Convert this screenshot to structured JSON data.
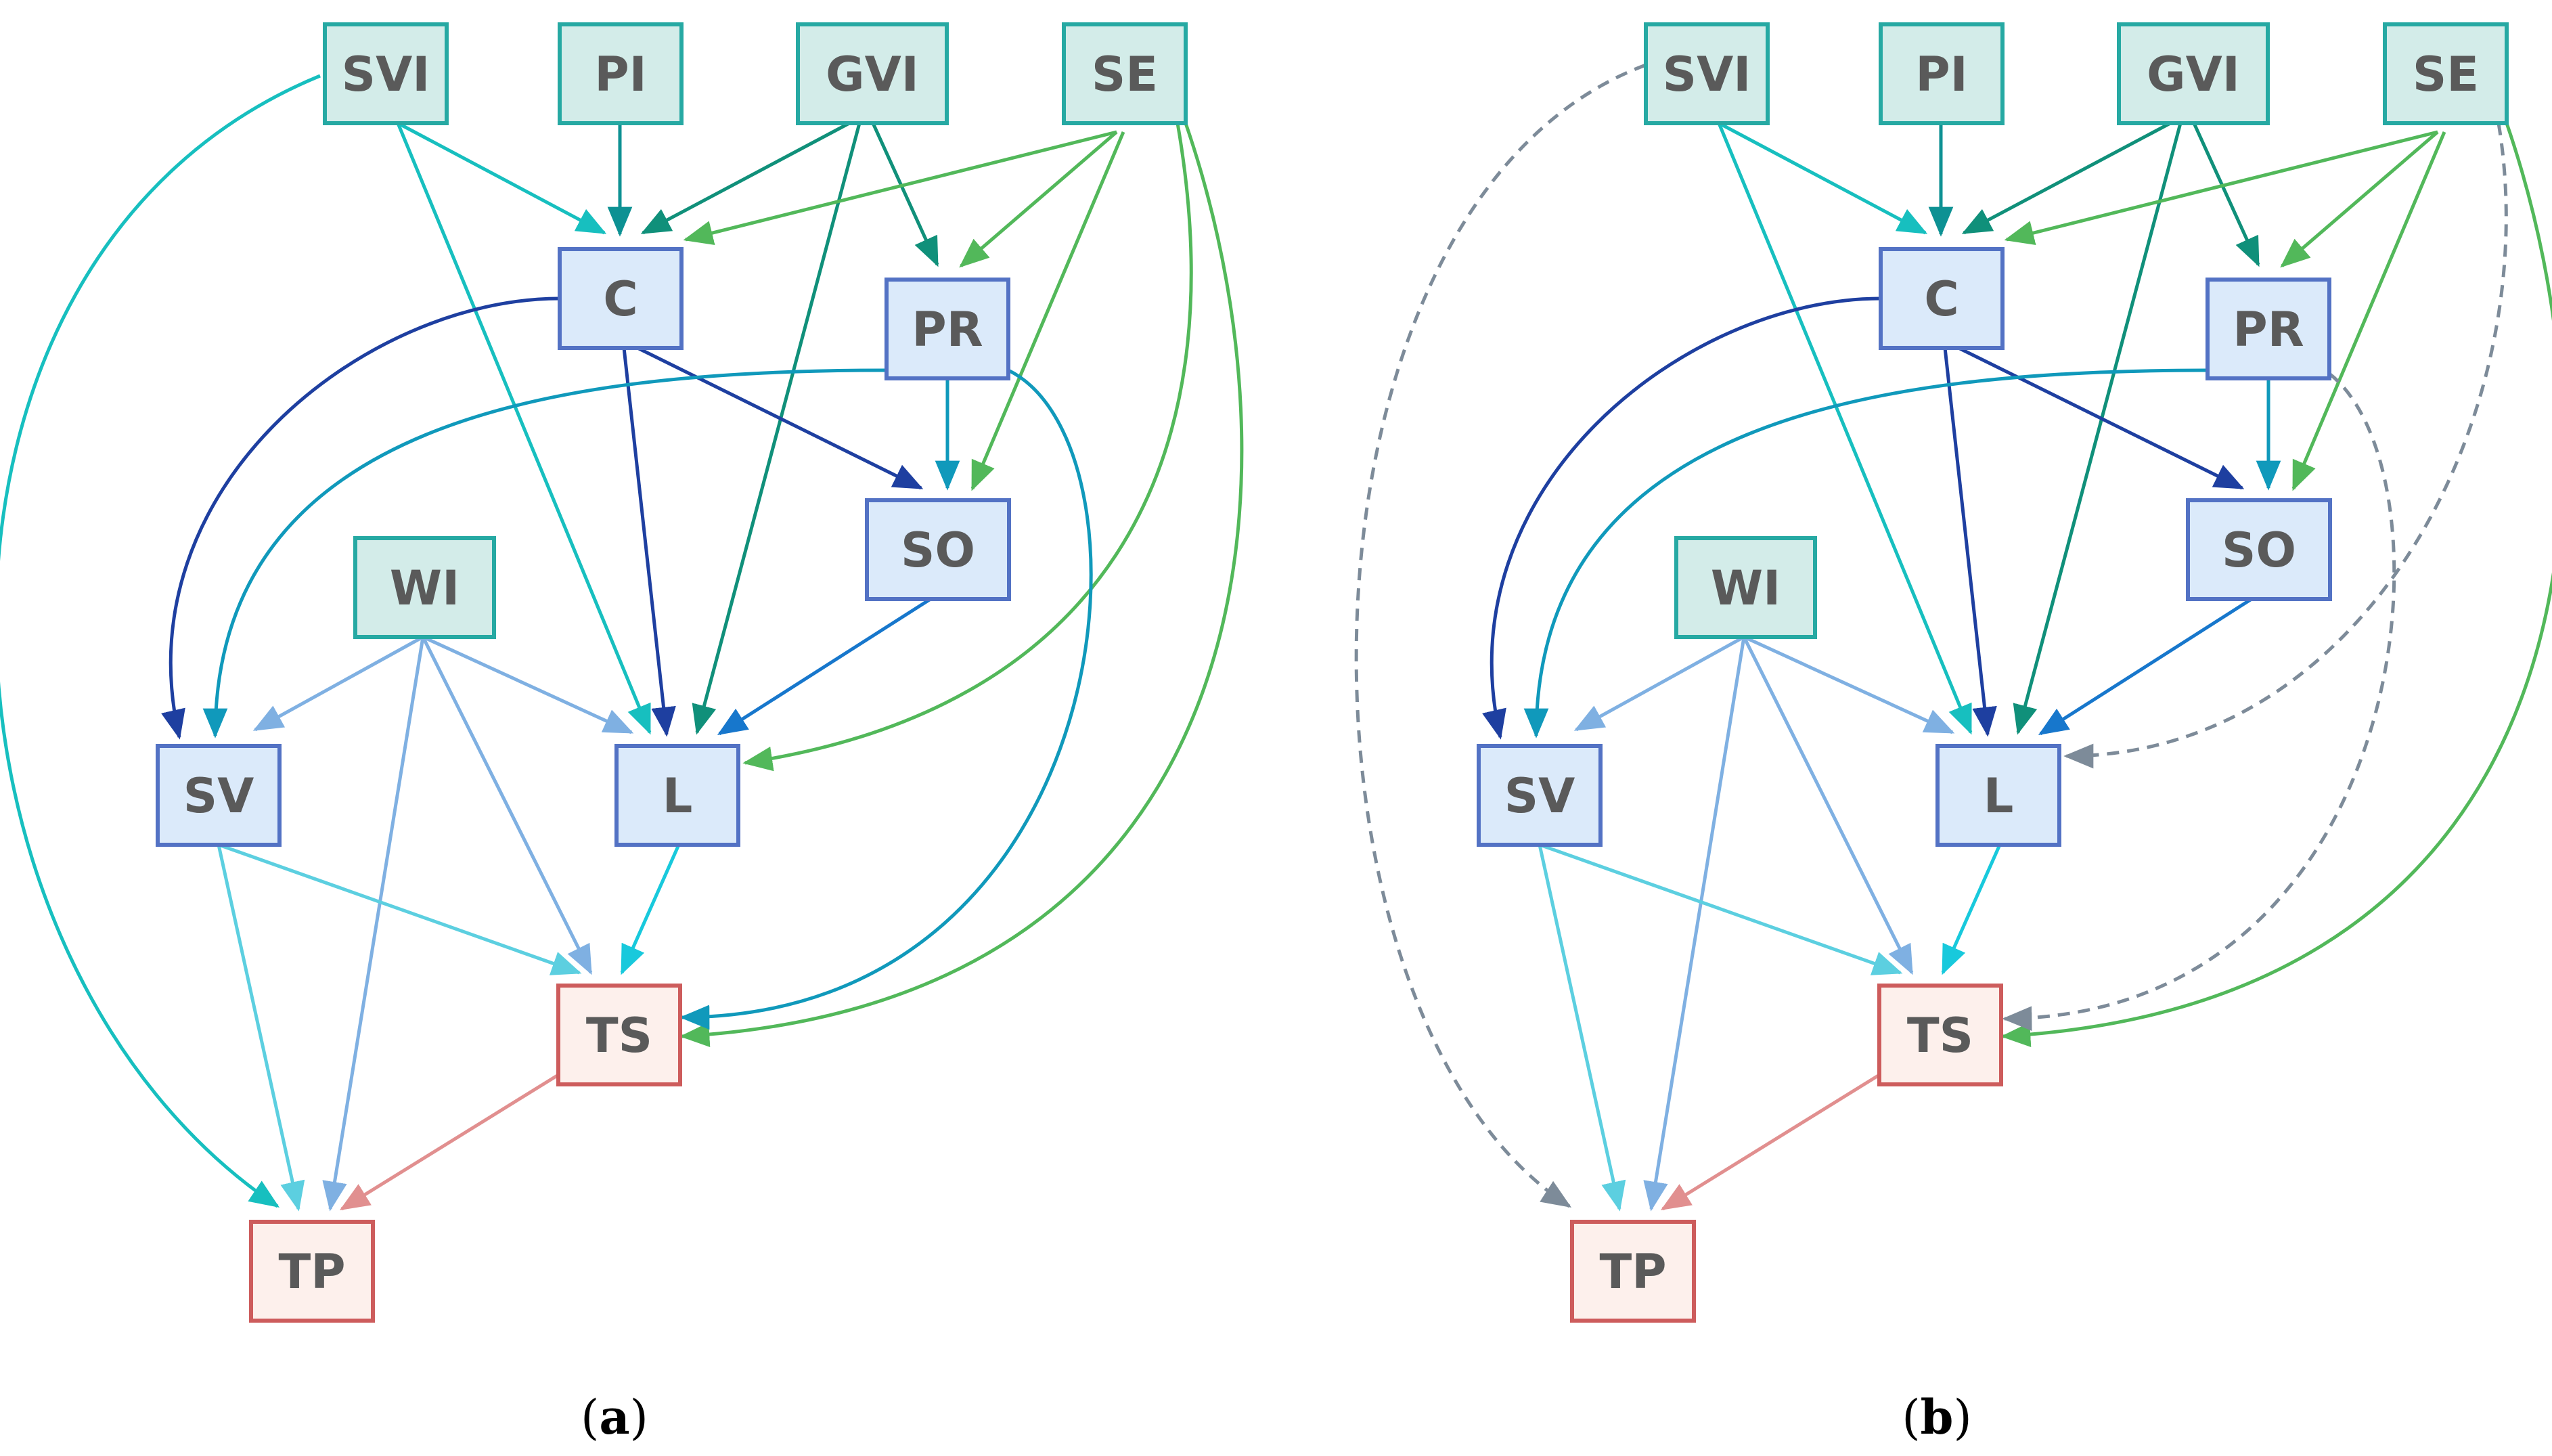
{
  "panels": [
    {
      "id": "a",
      "label_open": "(",
      "label_letter": "a",
      "label_close": ")",
      "nodes": [
        {
          "id": "SVI",
          "label": "SVI",
          "kind": "exogenous"
        },
        {
          "id": "PI",
          "label": "PI",
          "kind": "exogenous"
        },
        {
          "id": "GVI",
          "label": "GVI",
          "kind": "exogenous"
        },
        {
          "id": "SE",
          "label": "SE",
          "kind": "exogenous"
        },
        {
          "id": "C",
          "label": "C",
          "kind": "mediator"
        },
        {
          "id": "PR",
          "label": "PR",
          "kind": "mediator"
        },
        {
          "id": "SO",
          "label": "SO",
          "kind": "mediator"
        },
        {
          "id": "WI",
          "label": "WI",
          "kind": "exogenous"
        },
        {
          "id": "SV",
          "label": "SV",
          "kind": "mediator"
        },
        {
          "id": "L",
          "label": "L",
          "kind": "mediator"
        },
        {
          "id": "TS",
          "label": "TS",
          "kind": "outcome"
        },
        {
          "id": "TP",
          "label": "TP",
          "kind": "outcome"
        }
      ],
      "edges": [
        {
          "from": "SVI",
          "to": "TP",
          "style": "solid"
        },
        {
          "from": "SVI",
          "to": "C",
          "style": "solid"
        },
        {
          "from": "SVI",
          "to": "L",
          "style": "solid"
        },
        {
          "from": "PI",
          "to": "C",
          "style": "solid"
        },
        {
          "from": "GVI",
          "to": "C",
          "style": "solid"
        },
        {
          "from": "GVI",
          "to": "PR",
          "style": "solid"
        },
        {
          "from": "GVI",
          "to": "L",
          "style": "solid"
        },
        {
          "from": "SE",
          "to": "C",
          "style": "solid"
        },
        {
          "from": "SE",
          "to": "PR",
          "style": "solid"
        },
        {
          "from": "SE",
          "to": "SO",
          "style": "solid"
        },
        {
          "from": "SE",
          "to": "L",
          "style": "solid"
        },
        {
          "from": "SE",
          "to": "TS",
          "style": "solid"
        },
        {
          "from": "C",
          "to": "SV",
          "style": "solid"
        },
        {
          "from": "C",
          "to": "L",
          "style": "solid"
        },
        {
          "from": "C",
          "to": "SO",
          "style": "solid"
        },
        {
          "from": "PR",
          "to": "SV",
          "style": "solid"
        },
        {
          "from": "PR",
          "to": "SO",
          "style": "solid"
        },
        {
          "from": "PR",
          "to": "TS",
          "style": "solid"
        },
        {
          "from": "SO",
          "to": "L",
          "style": "solid"
        },
        {
          "from": "WI",
          "to": "SV",
          "style": "solid"
        },
        {
          "from": "WI",
          "to": "L",
          "style": "solid"
        },
        {
          "from": "WI",
          "to": "TS",
          "style": "solid"
        },
        {
          "from": "WI",
          "to": "TP",
          "style": "solid"
        },
        {
          "from": "SV",
          "to": "TS",
          "style": "solid"
        },
        {
          "from": "SV",
          "to": "TP",
          "style": "solid"
        },
        {
          "from": "L",
          "to": "TS",
          "style": "solid"
        },
        {
          "from": "TS",
          "to": "TP",
          "style": "solid"
        }
      ]
    },
    {
      "id": "b",
      "label_open": "(",
      "label_letter": "b",
      "label_close": ")",
      "nodes": [
        {
          "id": "SVI",
          "label": "SVI",
          "kind": "exogenous"
        },
        {
          "id": "PI",
          "label": "PI",
          "kind": "exogenous"
        },
        {
          "id": "GVI",
          "label": "GVI",
          "kind": "exogenous"
        },
        {
          "id": "SE",
          "label": "SE",
          "kind": "exogenous"
        },
        {
          "id": "C",
          "label": "C",
          "kind": "mediator"
        },
        {
          "id": "PR",
          "label": "PR",
          "kind": "mediator"
        },
        {
          "id": "SO",
          "label": "SO",
          "kind": "mediator"
        },
        {
          "id": "WI",
          "label": "WI",
          "kind": "exogenous"
        },
        {
          "id": "SV",
          "label": "SV",
          "kind": "mediator"
        },
        {
          "id": "L",
          "label": "L",
          "kind": "mediator"
        },
        {
          "id": "TS",
          "label": "TS",
          "kind": "outcome"
        },
        {
          "id": "TP",
          "label": "TP",
          "kind": "outcome"
        }
      ],
      "edges": [
        {
          "from": "SVI",
          "to": "TP",
          "style": "dashed"
        },
        {
          "from": "SVI",
          "to": "C",
          "style": "solid"
        },
        {
          "from": "SVI",
          "to": "L",
          "style": "solid"
        },
        {
          "from": "PI",
          "to": "C",
          "style": "solid"
        },
        {
          "from": "GVI",
          "to": "C",
          "style": "solid"
        },
        {
          "from": "GVI",
          "to": "PR",
          "style": "solid"
        },
        {
          "from": "GVI",
          "to": "L",
          "style": "solid"
        },
        {
          "from": "SE",
          "to": "C",
          "style": "solid"
        },
        {
          "from": "SE",
          "to": "PR",
          "style": "solid"
        },
        {
          "from": "SE",
          "to": "SO",
          "style": "solid"
        },
        {
          "from": "SE",
          "to": "L",
          "style": "dashed"
        },
        {
          "from": "SE",
          "to": "TS",
          "style": "solid"
        },
        {
          "from": "C",
          "to": "SV",
          "style": "solid"
        },
        {
          "from": "C",
          "to": "L",
          "style": "solid"
        },
        {
          "from": "C",
          "to": "SO",
          "style": "solid"
        },
        {
          "from": "PR",
          "to": "SV",
          "style": "solid"
        },
        {
          "from": "PR",
          "to": "SO",
          "style": "solid"
        },
        {
          "from": "PR",
          "to": "TS",
          "style": "dashed"
        },
        {
          "from": "SO",
          "to": "L",
          "style": "solid"
        },
        {
          "from": "WI",
          "to": "SV",
          "style": "solid"
        },
        {
          "from": "WI",
          "to": "L",
          "style": "solid"
        },
        {
          "from": "WI",
          "to": "TS",
          "style": "solid"
        },
        {
          "from": "WI",
          "to": "TP",
          "style": "solid"
        },
        {
          "from": "SV",
          "to": "TS",
          "style": "solid"
        },
        {
          "from": "SV",
          "to": "TP",
          "style": "solid"
        },
        {
          "from": "L",
          "to": "TS",
          "style": "solid"
        },
        {
          "from": "TS",
          "to": "TP",
          "style": "solid"
        }
      ]
    }
  ],
  "colors": {
    "exogenous_fill": "#d3ece9",
    "exogenous_stroke": "#26a9a3",
    "mediator_fill": "#dbeafa",
    "mediator_stroke": "#5372c4",
    "outcome_fill": "#fdf0ec",
    "outcome_stroke": "#cd5c5c",
    "label_text": "#5a5a5a",
    "dashed_edge": "#7d8b99",
    "edge_SVI": "#17bfbf",
    "edge_PI": "#0d9193",
    "edge_GVI": "#10907a",
    "edge_SE": "#52b85a",
    "edge_C": "#1e3fa0",
    "edge_PR": "#1099bb",
    "edge_SO": "#1777cc",
    "edge_WI": "#7fb0e2",
    "edge_SV": "#5ccfe0",
    "edge_L": "#18c9dc",
    "edge_TS": "#e18f8f"
  }
}
